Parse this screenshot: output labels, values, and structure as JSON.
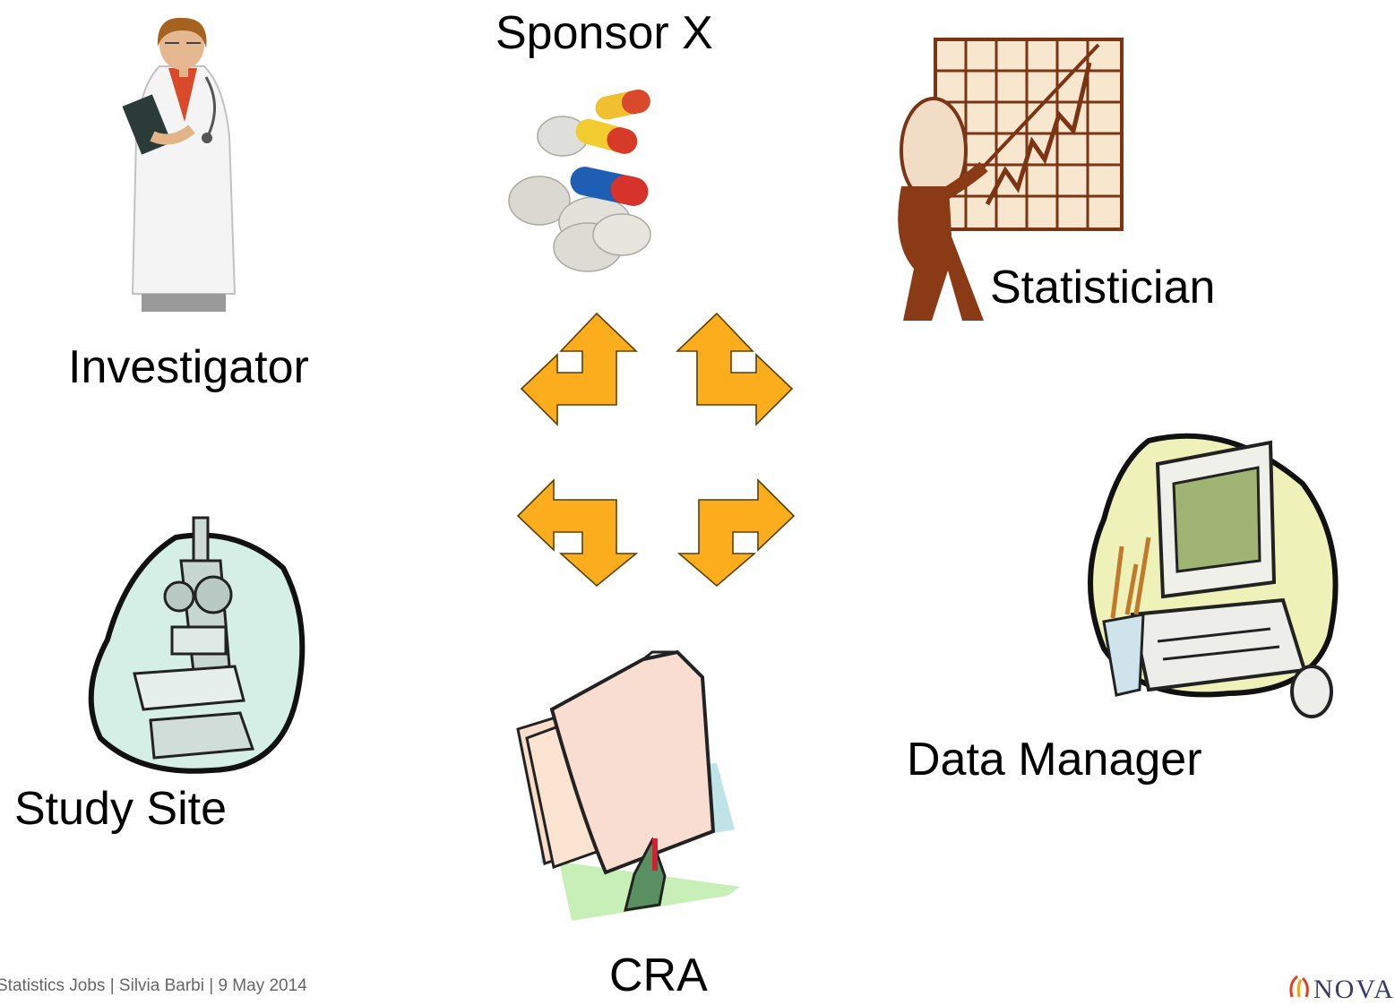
{
  "roles": {
    "sponsor": "Sponsor X",
    "statistician": "Statistician",
    "investigator": "Investigator",
    "study_site": "Study Site",
    "data_manager": "Data Manager",
    "cra": "CRA"
  },
  "footer": "Statistics Jobs | Silvia Barbi | 9 May 2014",
  "logo_text": "NOVA",
  "colors": {
    "arrow_fill": "#FBAD1E",
    "arrow_stroke": "#5a4100"
  }
}
